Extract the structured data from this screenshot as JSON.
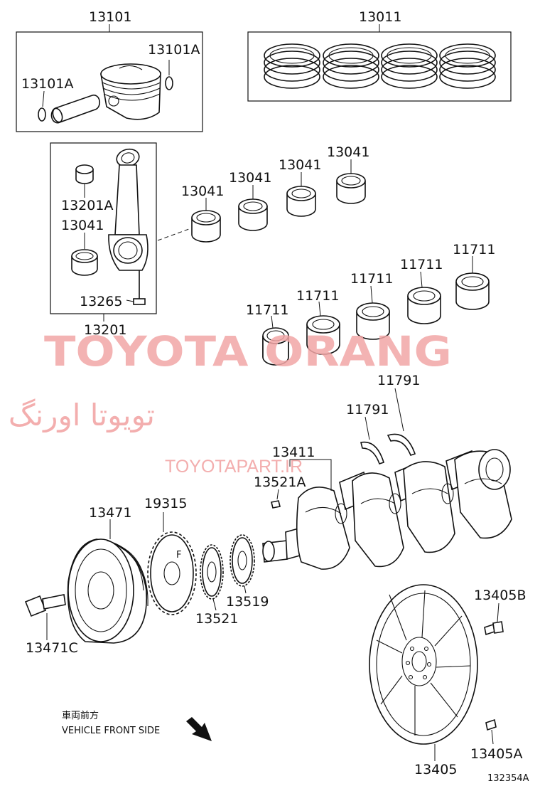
{
  "diagram": {
    "labels": {
      "p13101": "13101",
      "p13011": "13011",
      "p13101A_right": "13101A",
      "p13101A_left": "13101A",
      "p13041_1": "13041",
      "p13041_2": "13041",
      "p13041_3": "13041",
      "p13041_4": "13041",
      "p13201A": "13201A",
      "p13041_left": "13041",
      "p13265": "13265",
      "p13201": "13201",
      "p11711_1": "11711",
      "p11711_2": "11711",
      "p11711_3": "11711",
      "p11711_4": "11711",
      "p11711_5": "11711",
      "p11791_1": "11791",
      "p11791_2": "11791",
      "p13411": "13411",
      "p13521A": "13521A",
      "p13471": "13471",
      "p19315": "19315",
      "p13521": "13521",
      "p13519": "13519",
      "p13471C": "13471C",
      "p13405B": "13405B",
      "p13405A": "13405A",
      "p13405": "13405"
    },
    "direction_jp": "車両前方",
    "direction_en": "VEHICLE FRONT SIDE",
    "figure_code": "132354A"
  },
  "watermark": {
    "line1": "TOYOTA ORANG",
    "line2": "تویوتا اورنگ",
    "line3": "TOYOTAPART.IR"
  }
}
